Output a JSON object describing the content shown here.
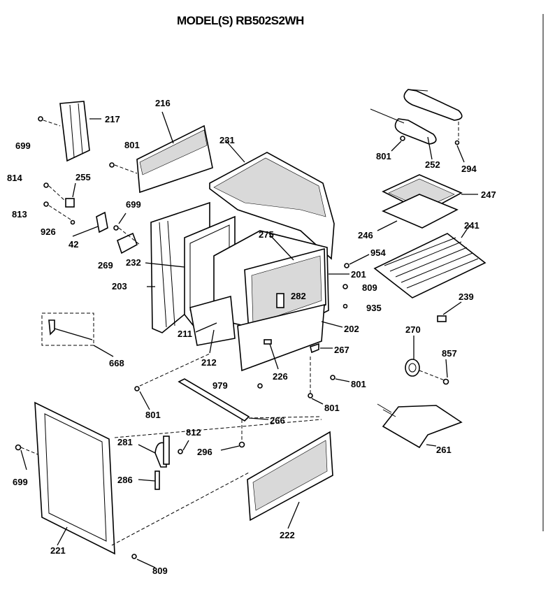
{
  "title": "MODEL(S) RB502S2WH",
  "callouts": {
    "p699a": "699",
    "p217": "217",
    "p216": "216",
    "p801a": "801",
    "p231": "231",
    "p814": "814",
    "p255": "255",
    "p813": "813",
    "p926": "926",
    "p42": "42",
    "p699b": "699",
    "p269": "269",
    "p232": "232",
    "p275": "275",
    "p203": "203",
    "p282": "282",
    "p954": "954",
    "p201": "201",
    "p809a": "809",
    "p935": "935",
    "p211": "211",
    "p212": "212",
    "p202": "202",
    "p267": "267",
    "p668": "668",
    "p226": "226",
    "p979": "979",
    "p801b": "801",
    "p801c": "801",
    "p801d": "801",
    "p266": "266",
    "p281": "281",
    "p812": "812",
    "p296": "296",
    "p286": "286",
    "p699c": "699",
    "p221": "221",
    "p222": "222",
    "p809b": "809",
    "p801e": "801",
    "p252": "252",
    "p294": "294",
    "p247": "247",
    "p246": "246",
    "p241": "241",
    "p239": "239",
    "p270": "270",
    "p857": "857",
    "p261": "261"
  }
}
